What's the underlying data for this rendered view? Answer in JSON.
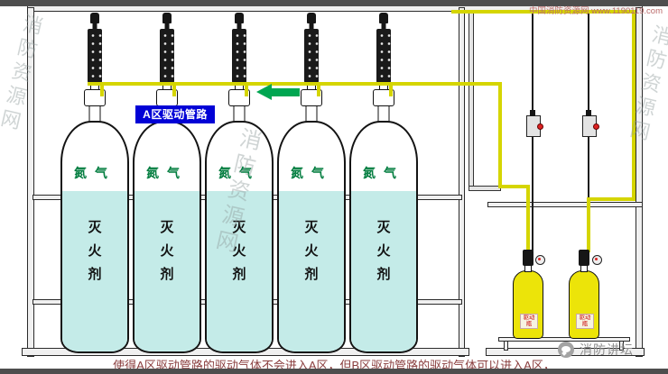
{
  "header": {
    "credit": "中国消防资源网 www.1190119.com"
  },
  "watermark": {
    "text": "消防资源网"
  },
  "diagram": {
    "pipe_label": "A区驱动管路",
    "cylinder": {
      "gas_label": "氮气",
      "agent_chars": [
        "灭",
        "火",
        "剂"
      ]
    },
    "drive_bottle_label": "驱动瓶"
  },
  "footer": {
    "caption": "使得A区驱动管路的驱动气体不会进入A区，但B区驱动管路的驱动气体可以进入A区，",
    "brand": "消防讲坛"
  },
  "colors": {
    "agent_fill": "#c4ebe8",
    "pipe_yellow": "#d5d500",
    "label_blue": "#0202d6",
    "arrow_green": "#00a651",
    "drive_bottle_yellow": "#ece409"
  }
}
